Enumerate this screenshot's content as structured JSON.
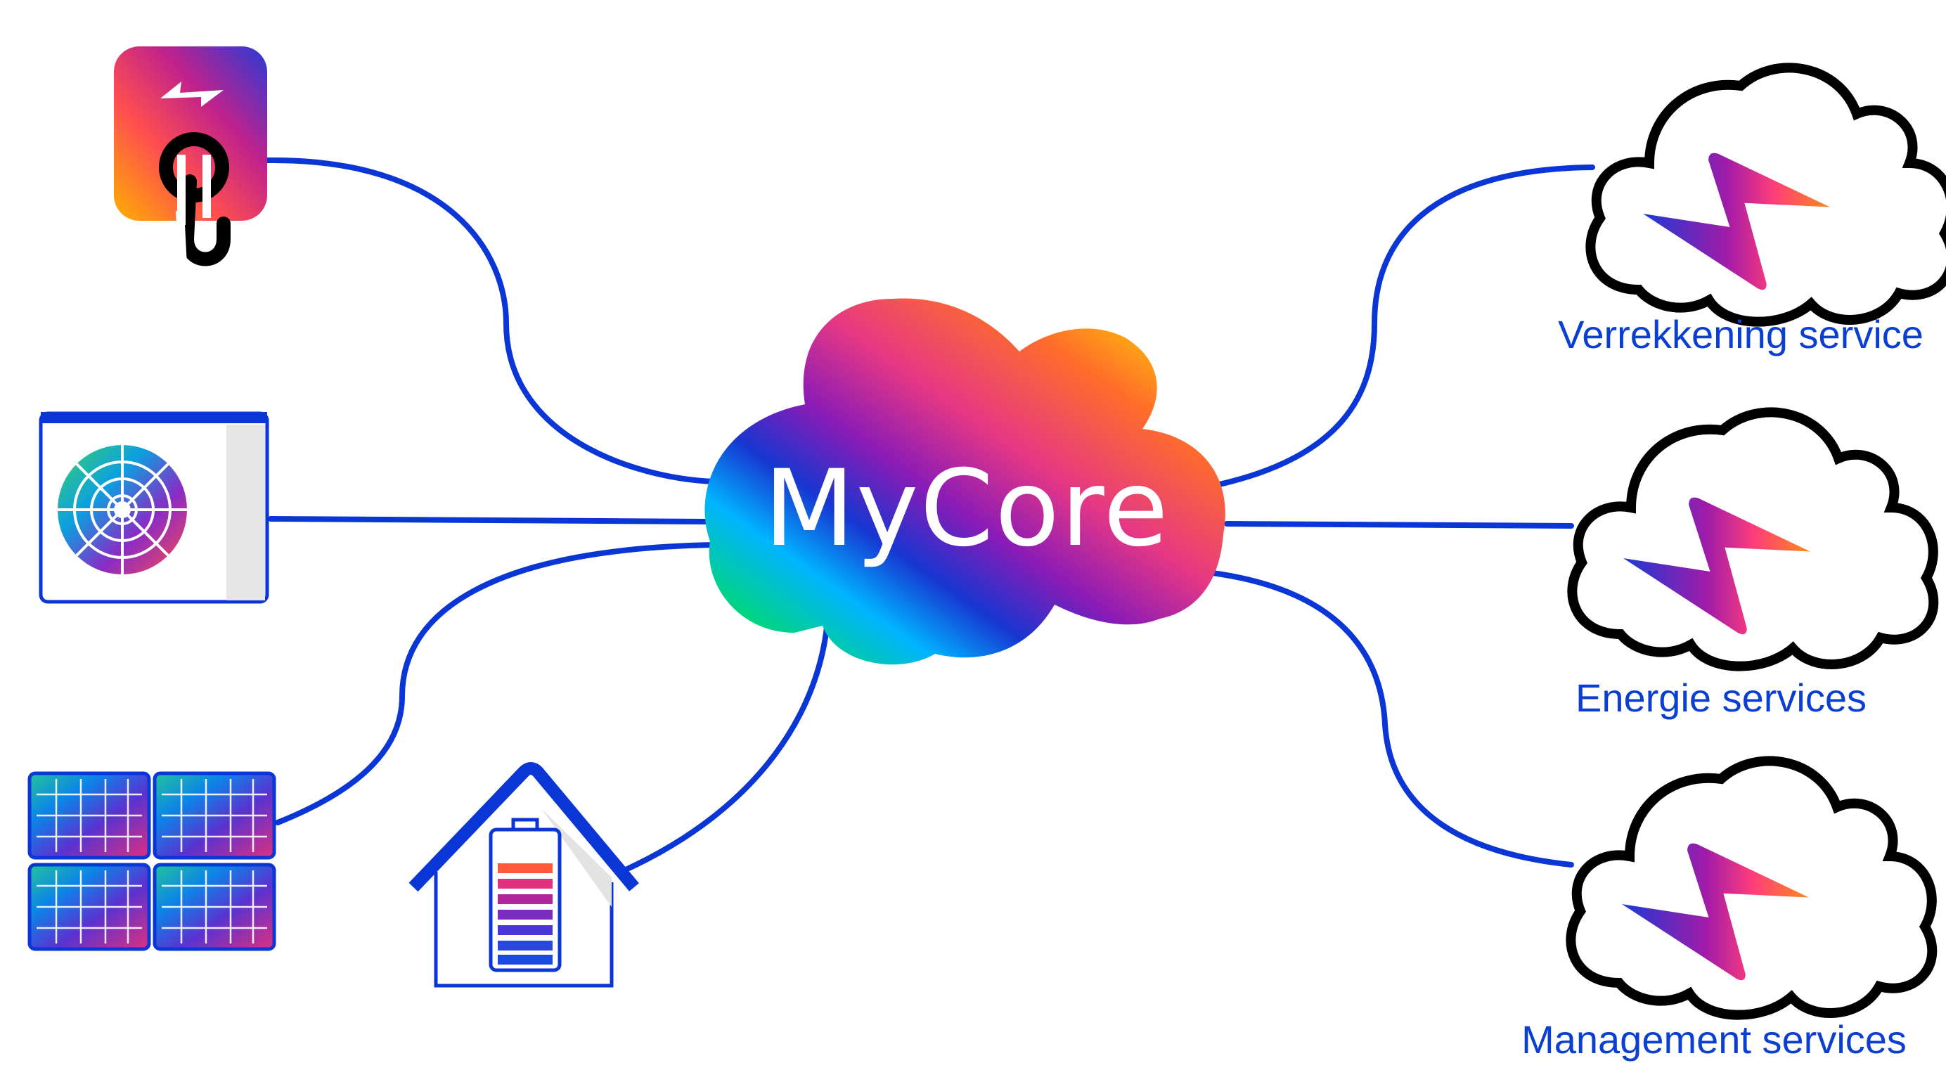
{
  "core": {
    "label": "MyCore"
  },
  "services": [
    {
      "id": "verrekkening",
      "label": "Verrekkening service"
    },
    {
      "id": "energie",
      "label": "Energie services"
    },
    {
      "id": "management",
      "label": "Management services"
    }
  ],
  "devices": [
    {
      "id": "ev-charger",
      "icon": "ev-charger-icon"
    },
    {
      "id": "heat-pump",
      "icon": "heat-pump-icon"
    },
    {
      "id": "solar-panels",
      "icon": "solar-panels-icon"
    },
    {
      "id": "home-battery",
      "icon": "home-battery-icon"
    }
  ],
  "colors": {
    "link": "#0b36d6",
    "label": "#0b3fd1",
    "cloud_outline": "#000000",
    "gradient": [
      "#00d84a",
      "#00a8ff",
      "#1736d1",
      "#8a1bb6",
      "#e43786",
      "#ff6d3a",
      "#ffde00"
    ]
  }
}
